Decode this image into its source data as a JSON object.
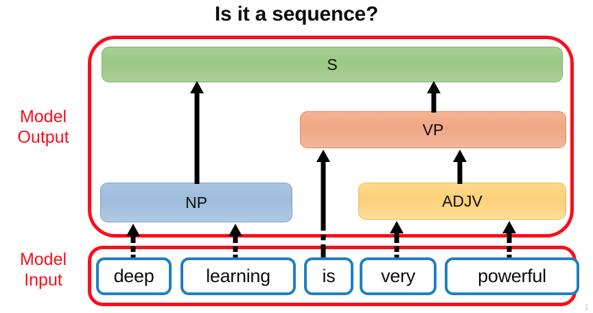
{
  "title": "Is it a sequence?",
  "labels": {
    "output_line1": "Model",
    "output_line2": "Output",
    "input_line1": "Model",
    "input_line2": "Input"
  },
  "colors": {
    "group_outline": "#fc0d1b",
    "label_text": "#fc0d1b",
    "node_s": "#9cc884",
    "node_vp": "#f0a685",
    "node_np": "#9ebcdb",
    "node_adjv": "#fdd07a",
    "word_border": "#1f7fc4",
    "arrow": "#000000",
    "title_text": "#0d0d0d"
  },
  "tree": {
    "nodes": [
      {
        "id": "S",
        "label": "S"
      },
      {
        "id": "VP",
        "label": "VP"
      },
      {
        "id": "NP",
        "label": "NP"
      },
      {
        "id": "ADJV",
        "label": "ADJV"
      }
    ]
  },
  "input_words": [
    {
      "text": "deep"
    },
    {
      "text": "learning"
    },
    {
      "text": "is"
    },
    {
      "text": "very"
    },
    {
      "text": "powerful"
    }
  ],
  "page_number": "1"
}
